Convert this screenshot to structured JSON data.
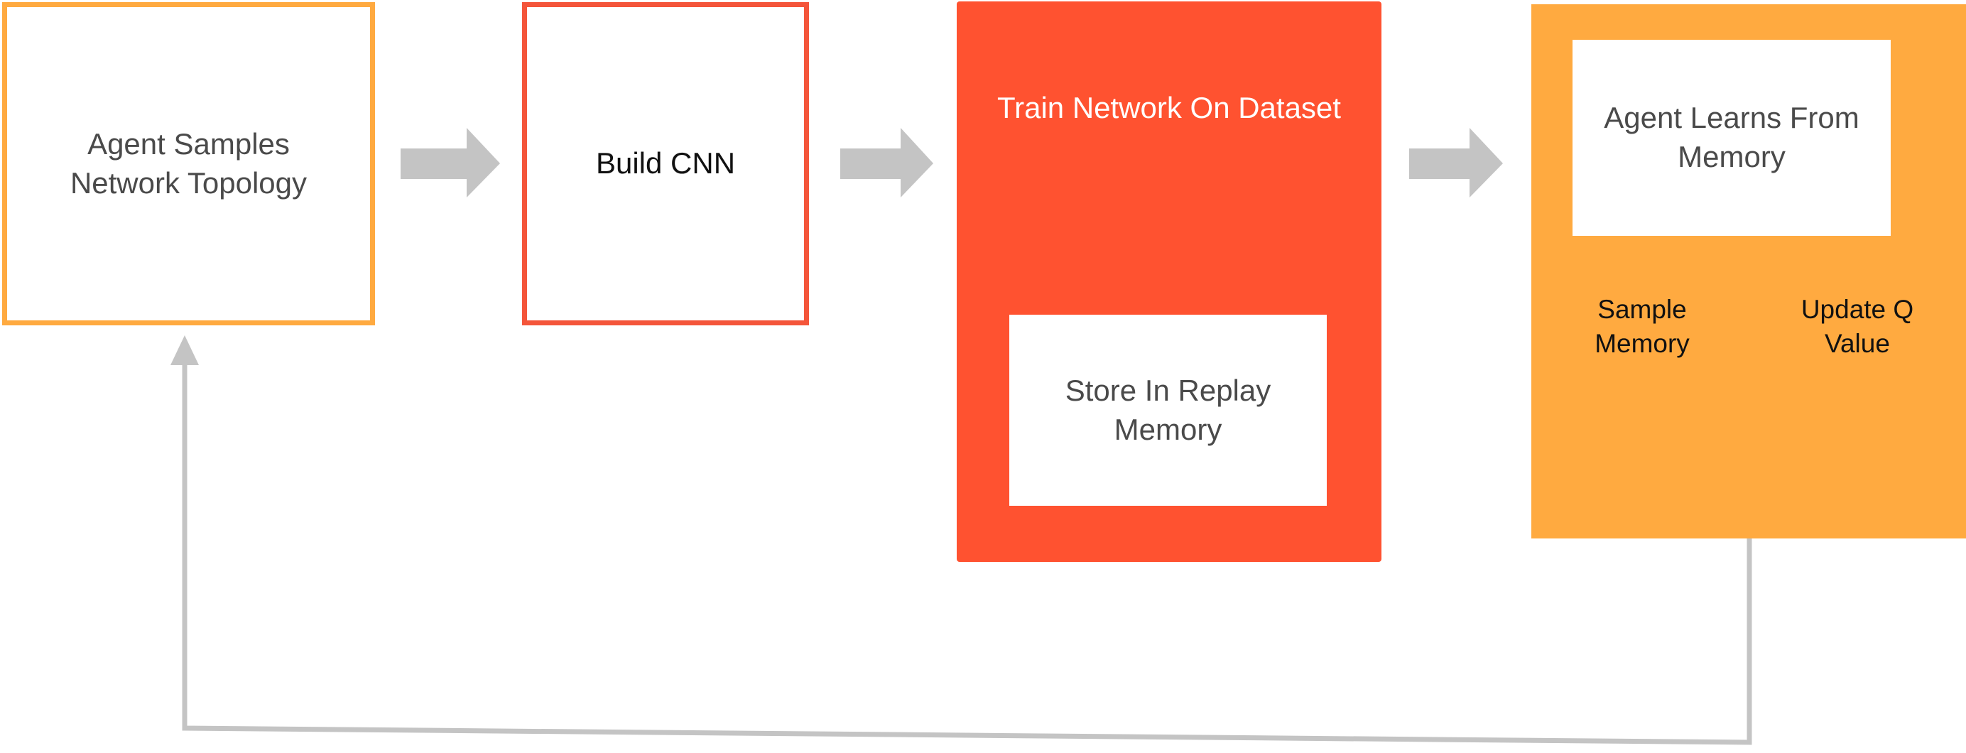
{
  "steps": {
    "sample_topology": {
      "label": "Agent Samples\nNetwork Topology"
    },
    "build_cnn": {
      "label": "Build CNN"
    },
    "train_network": {
      "label": "Train Network On Dataset",
      "store_memory": {
        "label": "Store In Replay\nMemory"
      }
    },
    "agent_learns": {
      "label": "Agent Learns From\nMemory",
      "sample_memory": {
        "label": "Sample\nMemory"
      },
      "update_q": {
        "label": "Update Q\nValue"
      }
    }
  },
  "colors": {
    "sample_border": "#ffaa40",
    "build_border": "#f4553a",
    "train_fill": "#ff5230",
    "learn_fill": "#ffaa40",
    "arrow_gray": "#c4c4c4",
    "dark_arrow": "#404040",
    "text_gray": "#4a4a4a"
  }
}
